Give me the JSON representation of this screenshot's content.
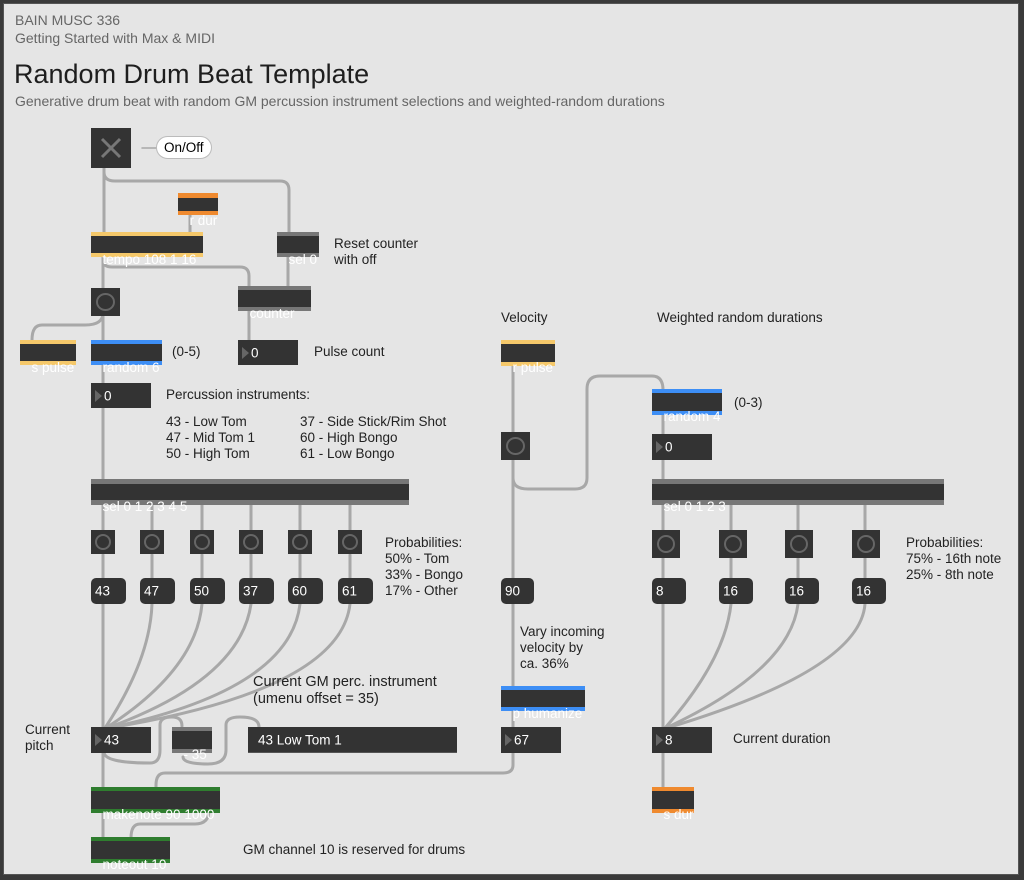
{
  "header": {
    "course": "BAIN MUSC 336",
    "subtitle": "Getting Started with Max & MIDI",
    "title": "Random Drum Beat Template",
    "description": "Generative drum beat with random GM percussion instrument selections and weighted-random durations"
  },
  "colors": {
    "background": "#e5e5e5",
    "object": "#333333",
    "send_receive_pulse": "#f5c86a",
    "send_receive_dur": "#ef8a2f",
    "random": "#3d8ef5",
    "midi": "#2f7d2f",
    "cord": "#a8a8a8"
  },
  "toggle": {
    "comment": "On/Off"
  },
  "objects": {
    "r_dur": "r dur",
    "tempo": "tempo 108 1 16",
    "sel0": "sel 0",
    "counter": "counter",
    "s_pulse": "s pulse",
    "random6": "random 6",
    "sel_instr": "sel 0 1 2 3 4 5",
    "r_pulse": "r pulse",
    "random4": "random 4",
    "sel_dur": "sel 0 1 2 3",
    "humanize": "p humanize",
    "minus35": "- 35",
    "makenote": "makenote 90 1000",
    "noteout": "noteout 10",
    "s_dur": "s dur"
  },
  "numbers": {
    "pulse_count": "0",
    "random6_out": "0",
    "random4_out": "0",
    "current_pitch": "43",
    "humanized_velocity": "67",
    "current_duration": "8"
  },
  "messages": {
    "pitches": [
      "43",
      "47",
      "50",
      "37",
      "60",
      "61"
    ],
    "velocity": "90",
    "durations": [
      "8",
      "16",
      "16",
      "16"
    ]
  },
  "umenu": {
    "selected": "43 Low Tom 1"
  },
  "comments": {
    "reset_counter": "Reset counter\nwith off",
    "pulse_count": "Pulse count",
    "range6": "(0-5)",
    "perc_heading": "Percussion instruments:",
    "perc_col1": "43 - Low Tom\n47 - Mid Tom 1\n50 - High Tom",
    "perc_col2": "37 - Side Stick/Rim Shot\n60 - High Bongo\n61 - Low Bongo",
    "prob_instr": "Probabilities:\n50% - Tom\n33% - Bongo\n17% - Other",
    "velocity": "Velocity",
    "weighted": "Weighted random durations",
    "range4": "(0-3)",
    "prob_dur": "Probabilities:\n75% - 16th note\n25% - 8th note",
    "vary": "Vary incoming\nvelocity by\nca. 36%",
    "current_gm": "Current GM perc. instrument\n(umenu offset = 35)",
    "current_pitch": "Current\npitch",
    "current_duration": "Current duration",
    "gm_channel": "GM channel 10 is reserved for drums"
  }
}
